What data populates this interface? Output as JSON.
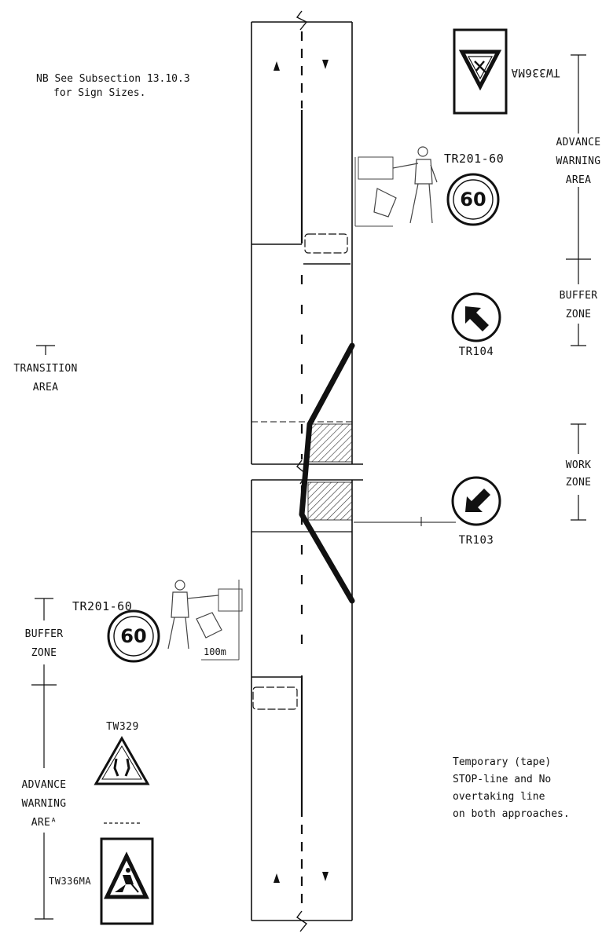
{
  "note_top": {
    "line1": "NB See Subsection 13.10.3",
    "line2": "for Sign Sizes."
  },
  "note_bottom": {
    "line1": "Temporary (tape)",
    "line2": "STOP-line and No",
    "line3": "overtaking line",
    "line4": "on both approaches."
  },
  "zones": {
    "advance_warning_top": {
      "line1": "ADVANCE",
      "line2": "WARNING",
      "line3": "AREA"
    },
    "buffer_top": {
      "line1": "BUFFER",
      "line2": "ZONE"
    },
    "work_zone": {
      "line1": "WORK",
      "line2": "ZONE"
    },
    "transition": {
      "line1": "TRANSITION",
      "line2": "AREA"
    },
    "buffer_bottom": {
      "line1": "BUFFER",
      "line2": "ZONE"
    },
    "advance_warning_bottom": {
      "line1": "ADVANCE",
      "line2": "WARNING",
      "line3": "AREᴬ"
    }
  },
  "signs": {
    "tw336ma_top": {
      "code": "TW336MA"
    },
    "tr201_top": {
      "code": "TR201-60",
      "speed": "60"
    },
    "tr104": {
      "code": "TR104"
    },
    "tr103": {
      "code": "TR103"
    },
    "tr201_bottom": {
      "code": "TR201-60",
      "speed": "60",
      "distance": "100m"
    },
    "tw329": {
      "code": "TW329"
    },
    "tw336ma_bottom": {
      "code": "TW336MA"
    }
  },
  "colors": {
    "ink": "#111111",
    "hatch": "#333333",
    "paper": "#ffffff"
  }
}
